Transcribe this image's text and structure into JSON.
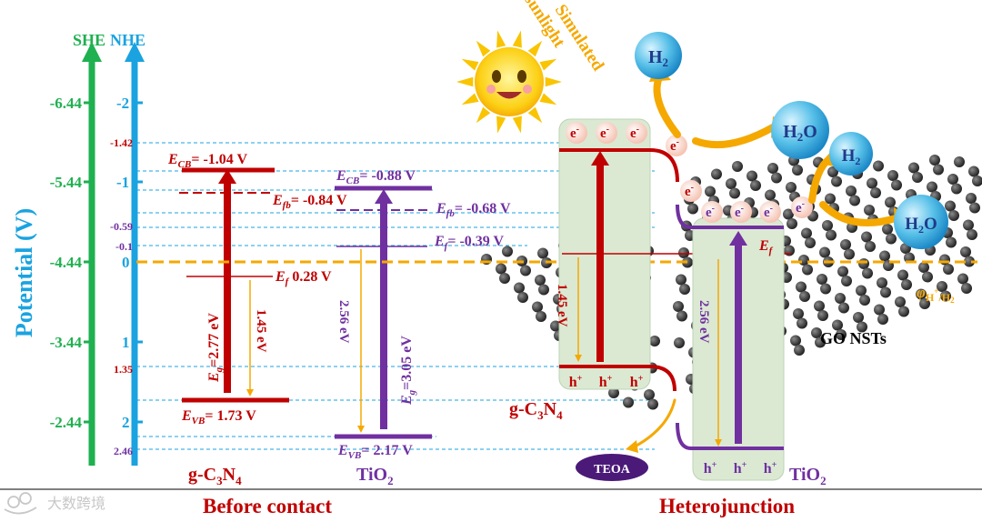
{
  "axes": {
    "she_title": "SHE",
    "nhe_title": "NHE",
    "potential_label": "Potential  (V)",
    "she_ticks": [
      "-6.44",
      "-5.44",
      "-4.44",
      "-3.44",
      "-2.44"
    ],
    "nhe_ticks": [
      "-2",
      "-1",
      "0",
      "1",
      "2"
    ],
    "side_values": [
      "-1.42",
      "-0.59",
      "-0.1",
      "1.35",
      "2.46"
    ]
  },
  "before": {
    "gcn": {
      "ecb_sub": "CB",
      "ecb_value": "= -1.04 V",
      "efb_sub": "fb",
      "efb_value": "= -0.84 V",
      "ef_sub": "f",
      "ef_value": " 0.28 V",
      "eg": "=2.77 eV",
      "gap_small": "1.45 eV",
      "evb_sub": "VB",
      "evb_value": "= 1.73 V"
    },
    "tio2": {
      "ecb_sub": "CB",
      "ecb_value": "= -0.88 V",
      "efb_sub": "fb",
      "efb_value": "= -0.68 V",
      "ef_sub": "f",
      "ef_value": "= -0.39 V",
      "eg": "=3.05 eV",
      "gap_small": "2.56 eV",
      "evb_sub": "VB",
      "evb_value": "= 2.17 V"
    },
    "label_gcn_a": "g-C",
    "label_gcn_b": "N",
    "sub_3": "3",
    "sub_4": "4",
    "label_tio2": "TiO",
    "sub_2": "2",
    "caption": "Before contact"
  },
  "hetero": {
    "electron": "e",
    "hole": "h",
    "minus": "-",
    "plus": "+",
    "gcn_gap": "1.45 eV",
    "tio2_gap": "2.56 eV",
    "ef_letter": "E",
    "ef_sub": "f",
    "phi_symbol": "φ",
    "phi_sub": "H",
    "phi_tail": "/H",
    "sunlight": "Simulated sunlight",
    "h2": "H",
    "h2o_h": "H",
    "h2o_o": "O",
    "go": "GO NSTs",
    "teoa": "TEOA",
    "caption": "Heterojunction"
  },
  "watermark": {
    "text": "大数跨境"
  },
  "colors": {
    "she": "#1fb050",
    "nhe": "#1aa3e0",
    "gcn": "#c00000",
    "tio2": "#7030a0",
    "orange": "#f5a800",
    "dash": "#1aa3e0",
    "panel": "#dbe9d3"
  }
}
